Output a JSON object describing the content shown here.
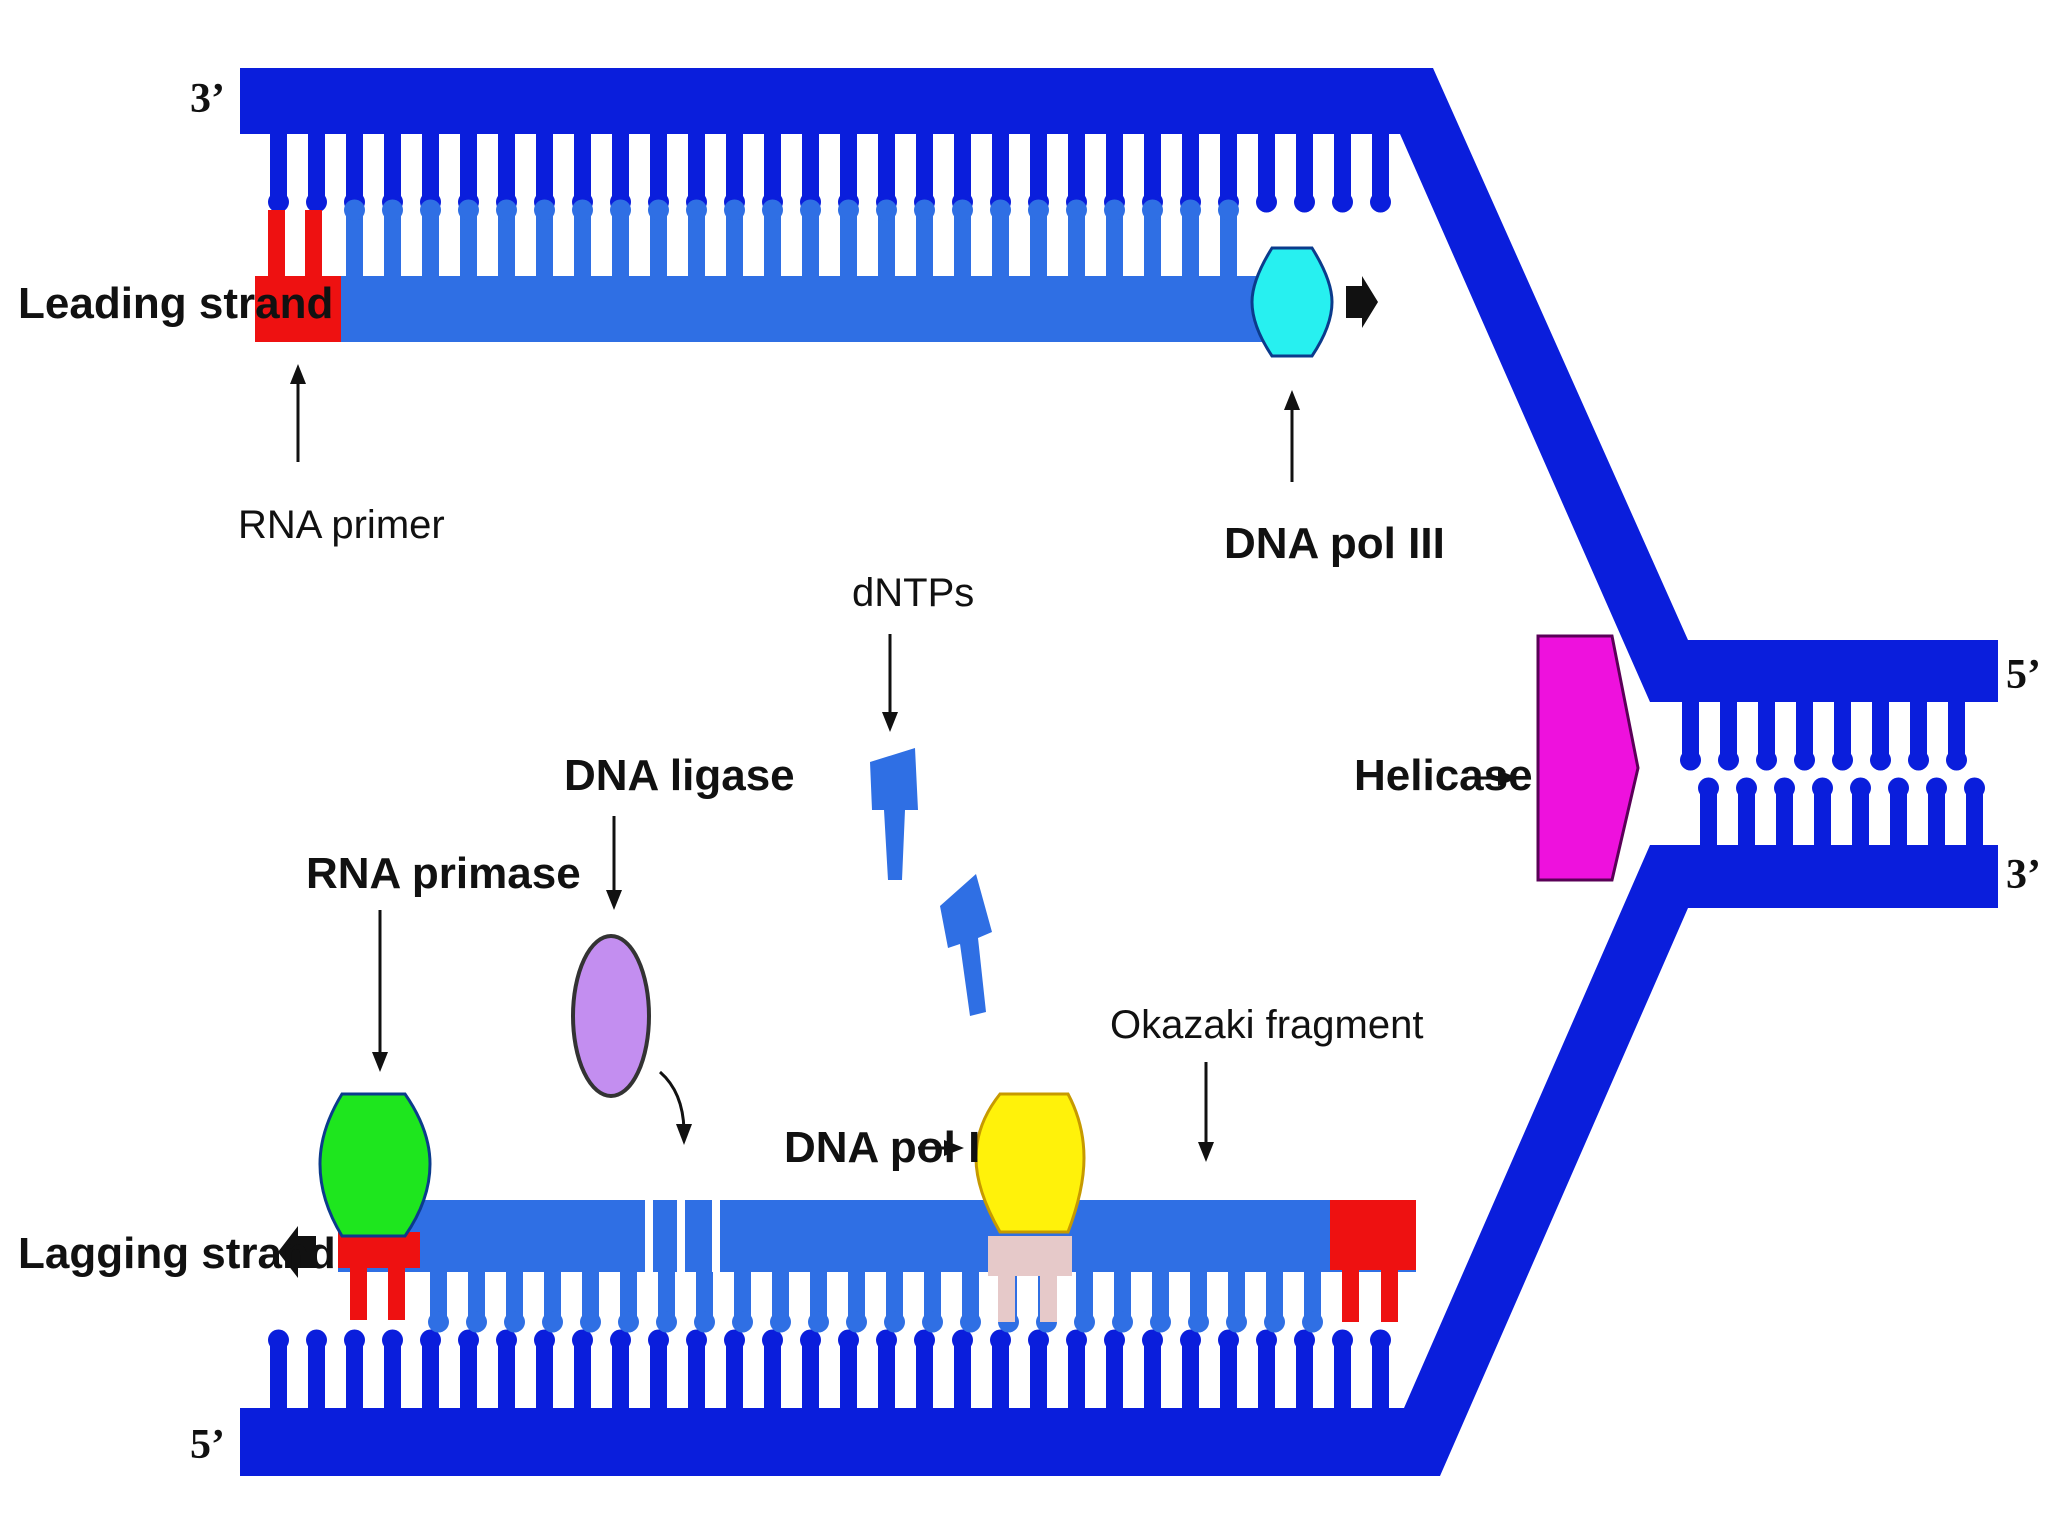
{
  "colors": {
    "backbone": "#0a1edc",
    "new_strand": "#2f6fe4",
    "primer": "#ee1111",
    "pol3": "#27f0f0",
    "helicase": "#ee11dd",
    "primase": "#1ee61e",
    "ligase": "#c38ef0",
    "pol1": "#fff20a",
    "pol1_footprint": "#e6c9c9",
    "arrow": "#111111"
  },
  "labels": {
    "leading_strand": "Leading strand",
    "lagging_strand": "Lagging strand",
    "rna_primer": "RNA primer",
    "dna_pol_iii": "DNA pol III",
    "dntps": "dNTPs",
    "dna_ligase": "DNA ligase",
    "rna_primase": "RNA primase",
    "helicase": "Helicase",
    "okazaki_fragment": "Okazaki fragment",
    "dna_pol_i": "DNA pol I"
  },
  "ends": {
    "top_left": "3’",
    "bottom_left": "5’",
    "right_top": "5’",
    "right_bottom": "3’"
  },
  "icons": {
    "leading_direction": "arrow-right-icon",
    "lagging_direction": "arrow-left-icon"
  }
}
